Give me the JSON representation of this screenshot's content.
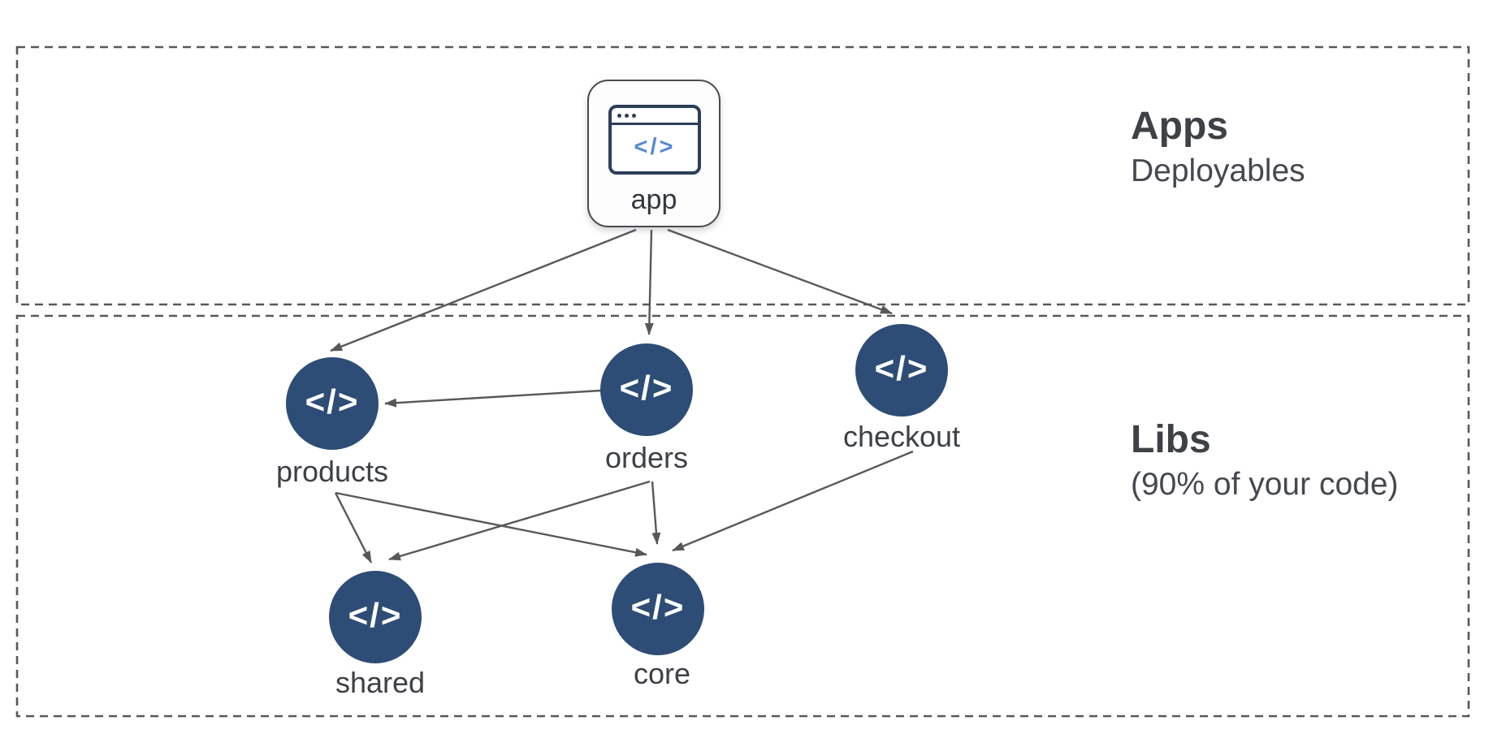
{
  "diagram": {
    "sections": {
      "apps": {
        "title": "Apps",
        "subtitle": "Deployables"
      },
      "libs": {
        "title": "Libs",
        "subtitle": "(90% of your code)"
      }
    },
    "nodes": {
      "app": {
        "label": "app",
        "section": "apps"
      },
      "products": {
        "label": "products",
        "section": "libs"
      },
      "orders": {
        "label": "orders",
        "section": "libs"
      },
      "checkout": {
        "label": "checkout",
        "section": "libs"
      },
      "shared": {
        "label": "shared",
        "section": "libs"
      },
      "core": {
        "label": "core",
        "section": "libs"
      }
    },
    "edges": [
      {
        "from": "app",
        "to": "products"
      },
      {
        "from": "app",
        "to": "orders"
      },
      {
        "from": "app",
        "to": "checkout"
      },
      {
        "from": "orders",
        "to": "products"
      },
      {
        "from": "products",
        "to": "shared"
      },
      {
        "from": "products",
        "to": "core"
      },
      {
        "from": "orders",
        "to": "shared"
      },
      {
        "from": "orders",
        "to": "core"
      },
      {
        "from": "checkout",
        "to": "core"
      }
    ],
    "icons": {
      "code_glyph": "</>"
    },
    "colors": {
      "node_fill": "#2d4d76",
      "code_icon_blue": "#548bcd",
      "edge_gray": "#58585a",
      "text": "#3d4146",
      "browser_icon_navy": "#2d3e59",
      "background": "#ffffff"
    }
  }
}
